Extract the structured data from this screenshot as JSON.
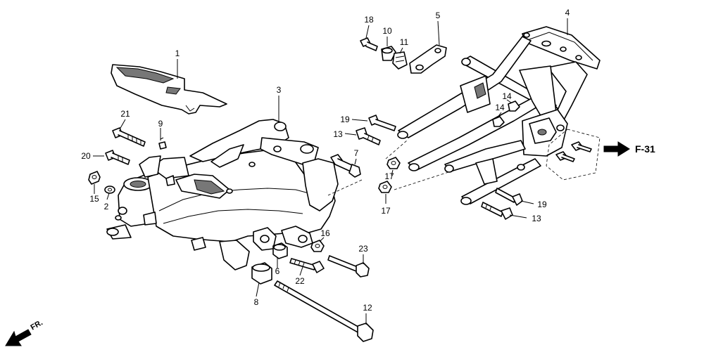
{
  "diagram": {
    "callouts": [
      {
        "id": "c1",
        "label": "1"
      },
      {
        "id": "c2",
        "label": "2"
      },
      {
        "id": "c3",
        "label": "3"
      },
      {
        "id": "c4",
        "label": "4"
      },
      {
        "id": "c5",
        "label": "5"
      },
      {
        "id": "c6",
        "label": "6"
      },
      {
        "id": "c7",
        "label": "7"
      },
      {
        "id": "c8",
        "label": "8"
      },
      {
        "id": "c9",
        "label": "9"
      },
      {
        "id": "c10",
        "label": "10"
      },
      {
        "id": "c11",
        "label": "11"
      },
      {
        "id": "c12",
        "label": "12"
      },
      {
        "id": "c13a",
        "label": "13"
      },
      {
        "id": "c13b",
        "label": "13"
      },
      {
        "id": "c14a",
        "label": "14"
      },
      {
        "id": "c14b",
        "label": "14"
      },
      {
        "id": "c15",
        "label": "15"
      },
      {
        "id": "c16",
        "label": "16"
      },
      {
        "id": "c17a",
        "label": "17"
      },
      {
        "id": "c17b",
        "label": "17"
      },
      {
        "id": "c18",
        "label": "18"
      },
      {
        "id": "c19a",
        "label": "19"
      },
      {
        "id": "c19b",
        "label": "19"
      },
      {
        "id": "c20",
        "label": "20"
      },
      {
        "id": "c21",
        "label": "21"
      },
      {
        "id": "c22",
        "label": "22"
      },
      {
        "id": "c23",
        "label": "23"
      }
    ],
    "reference_label": "F-31",
    "front_label": "FR."
  }
}
